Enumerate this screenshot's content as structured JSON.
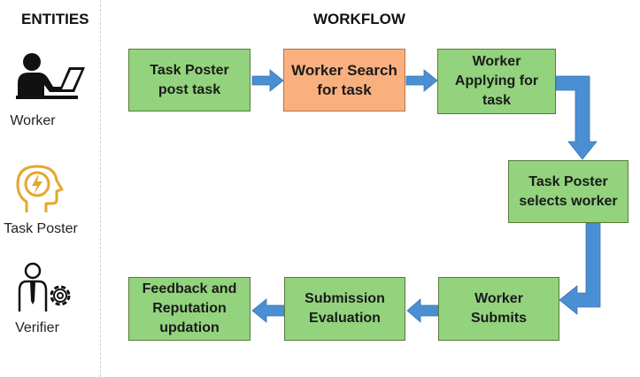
{
  "headings": {
    "entities": "ENTITIES",
    "workflow": "WORKFLOW"
  },
  "entities": [
    {
      "label": "Worker",
      "icon": "worker-laptop-icon"
    },
    {
      "label": "Task Poster",
      "icon": "head-lightning-icon"
    },
    {
      "label": "Verifier",
      "icon": "verifier-gear-icon"
    }
  ],
  "workflow": {
    "steps": [
      {
        "id": "post",
        "label": "Task Poster\npost task",
        "color": "#93d37e"
      },
      {
        "id": "search",
        "label": "Worker Search\nfor task",
        "color": "#f9b07e"
      },
      {
        "id": "apply",
        "label": "Worker\nApplying for\ntask",
        "color": "#93d37e"
      },
      {
        "id": "select",
        "label": "Task Poster\nselects worker",
        "color": "#93d37e"
      },
      {
        "id": "submit",
        "label": "Worker\nSubmits",
        "color": "#93d37e"
      },
      {
        "id": "evaluate",
        "label": "Submission\nEvaluation",
        "color": "#93d37e"
      },
      {
        "id": "feedback",
        "label": "Feedback and\nReputation\nupdation",
        "color": "#93d37e"
      }
    ],
    "arrow_color": "#4a8fd3"
  }
}
